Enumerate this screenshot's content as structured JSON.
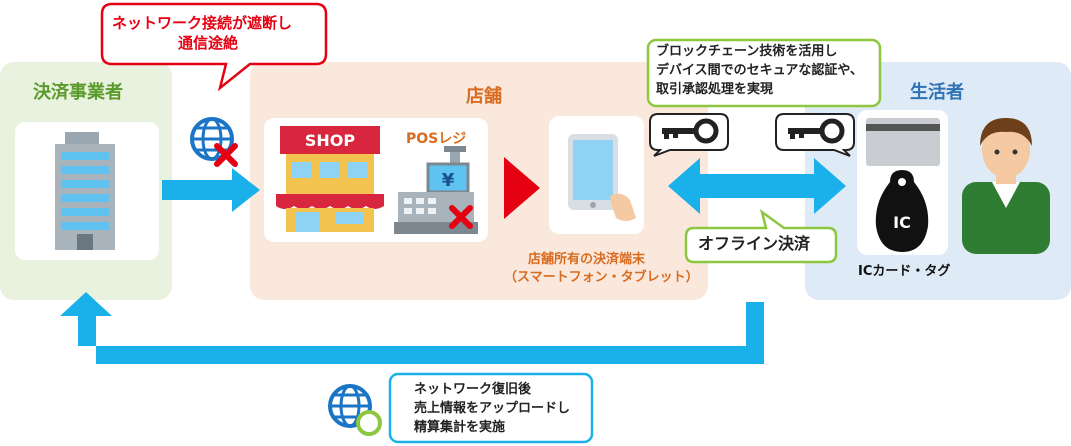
{
  "panels": {
    "payment_company": "決済事業者",
    "store": "店舗",
    "consumer": "生活者"
  },
  "callouts": {
    "network_disconnected": [
      "ネットワーク接続が遮断し",
      "通信途絶"
    ],
    "blockchain": [
      "ブロックチェーン技術を活用し",
      "デバイス間でのセキュアな認証や、",
      "取引承認処理を実現"
    ],
    "offline_payment": "オフライン決済",
    "recovery": [
      "ネットワーク復旧後",
      "売上情報をアップロードし",
      "精算集計を実施"
    ]
  },
  "store": {
    "shop_sign": "SHOP",
    "pos_label": "POSレジ",
    "pos_screen_symbol": "¥",
    "terminal_caption": [
      "店舗所有の決済端末",
      "（スマートフォン・タブレット）"
    ]
  },
  "consumer": {
    "ic_chip": "IC",
    "card_caption": "ICカード・タグ"
  },
  "colors": {
    "arrow_blue": "#1ab0ea",
    "panel_green": "#e9f1df",
    "panel_peach": "#fbe8dc",
    "panel_blue": "#deeaf6",
    "accent_red": "#e50012",
    "accent_green": "#8dc63f",
    "store_title": "#d96b1f",
    "consumer_title": "#2e74b5"
  },
  "icons": [
    "building-icon",
    "globe-icon",
    "x-mark-icon",
    "shop-icon",
    "pos-register-icon",
    "tablet-icon",
    "key-icon",
    "ic-card-icon",
    "ic-tag-icon",
    "person-icon",
    "check-icon"
  ]
}
